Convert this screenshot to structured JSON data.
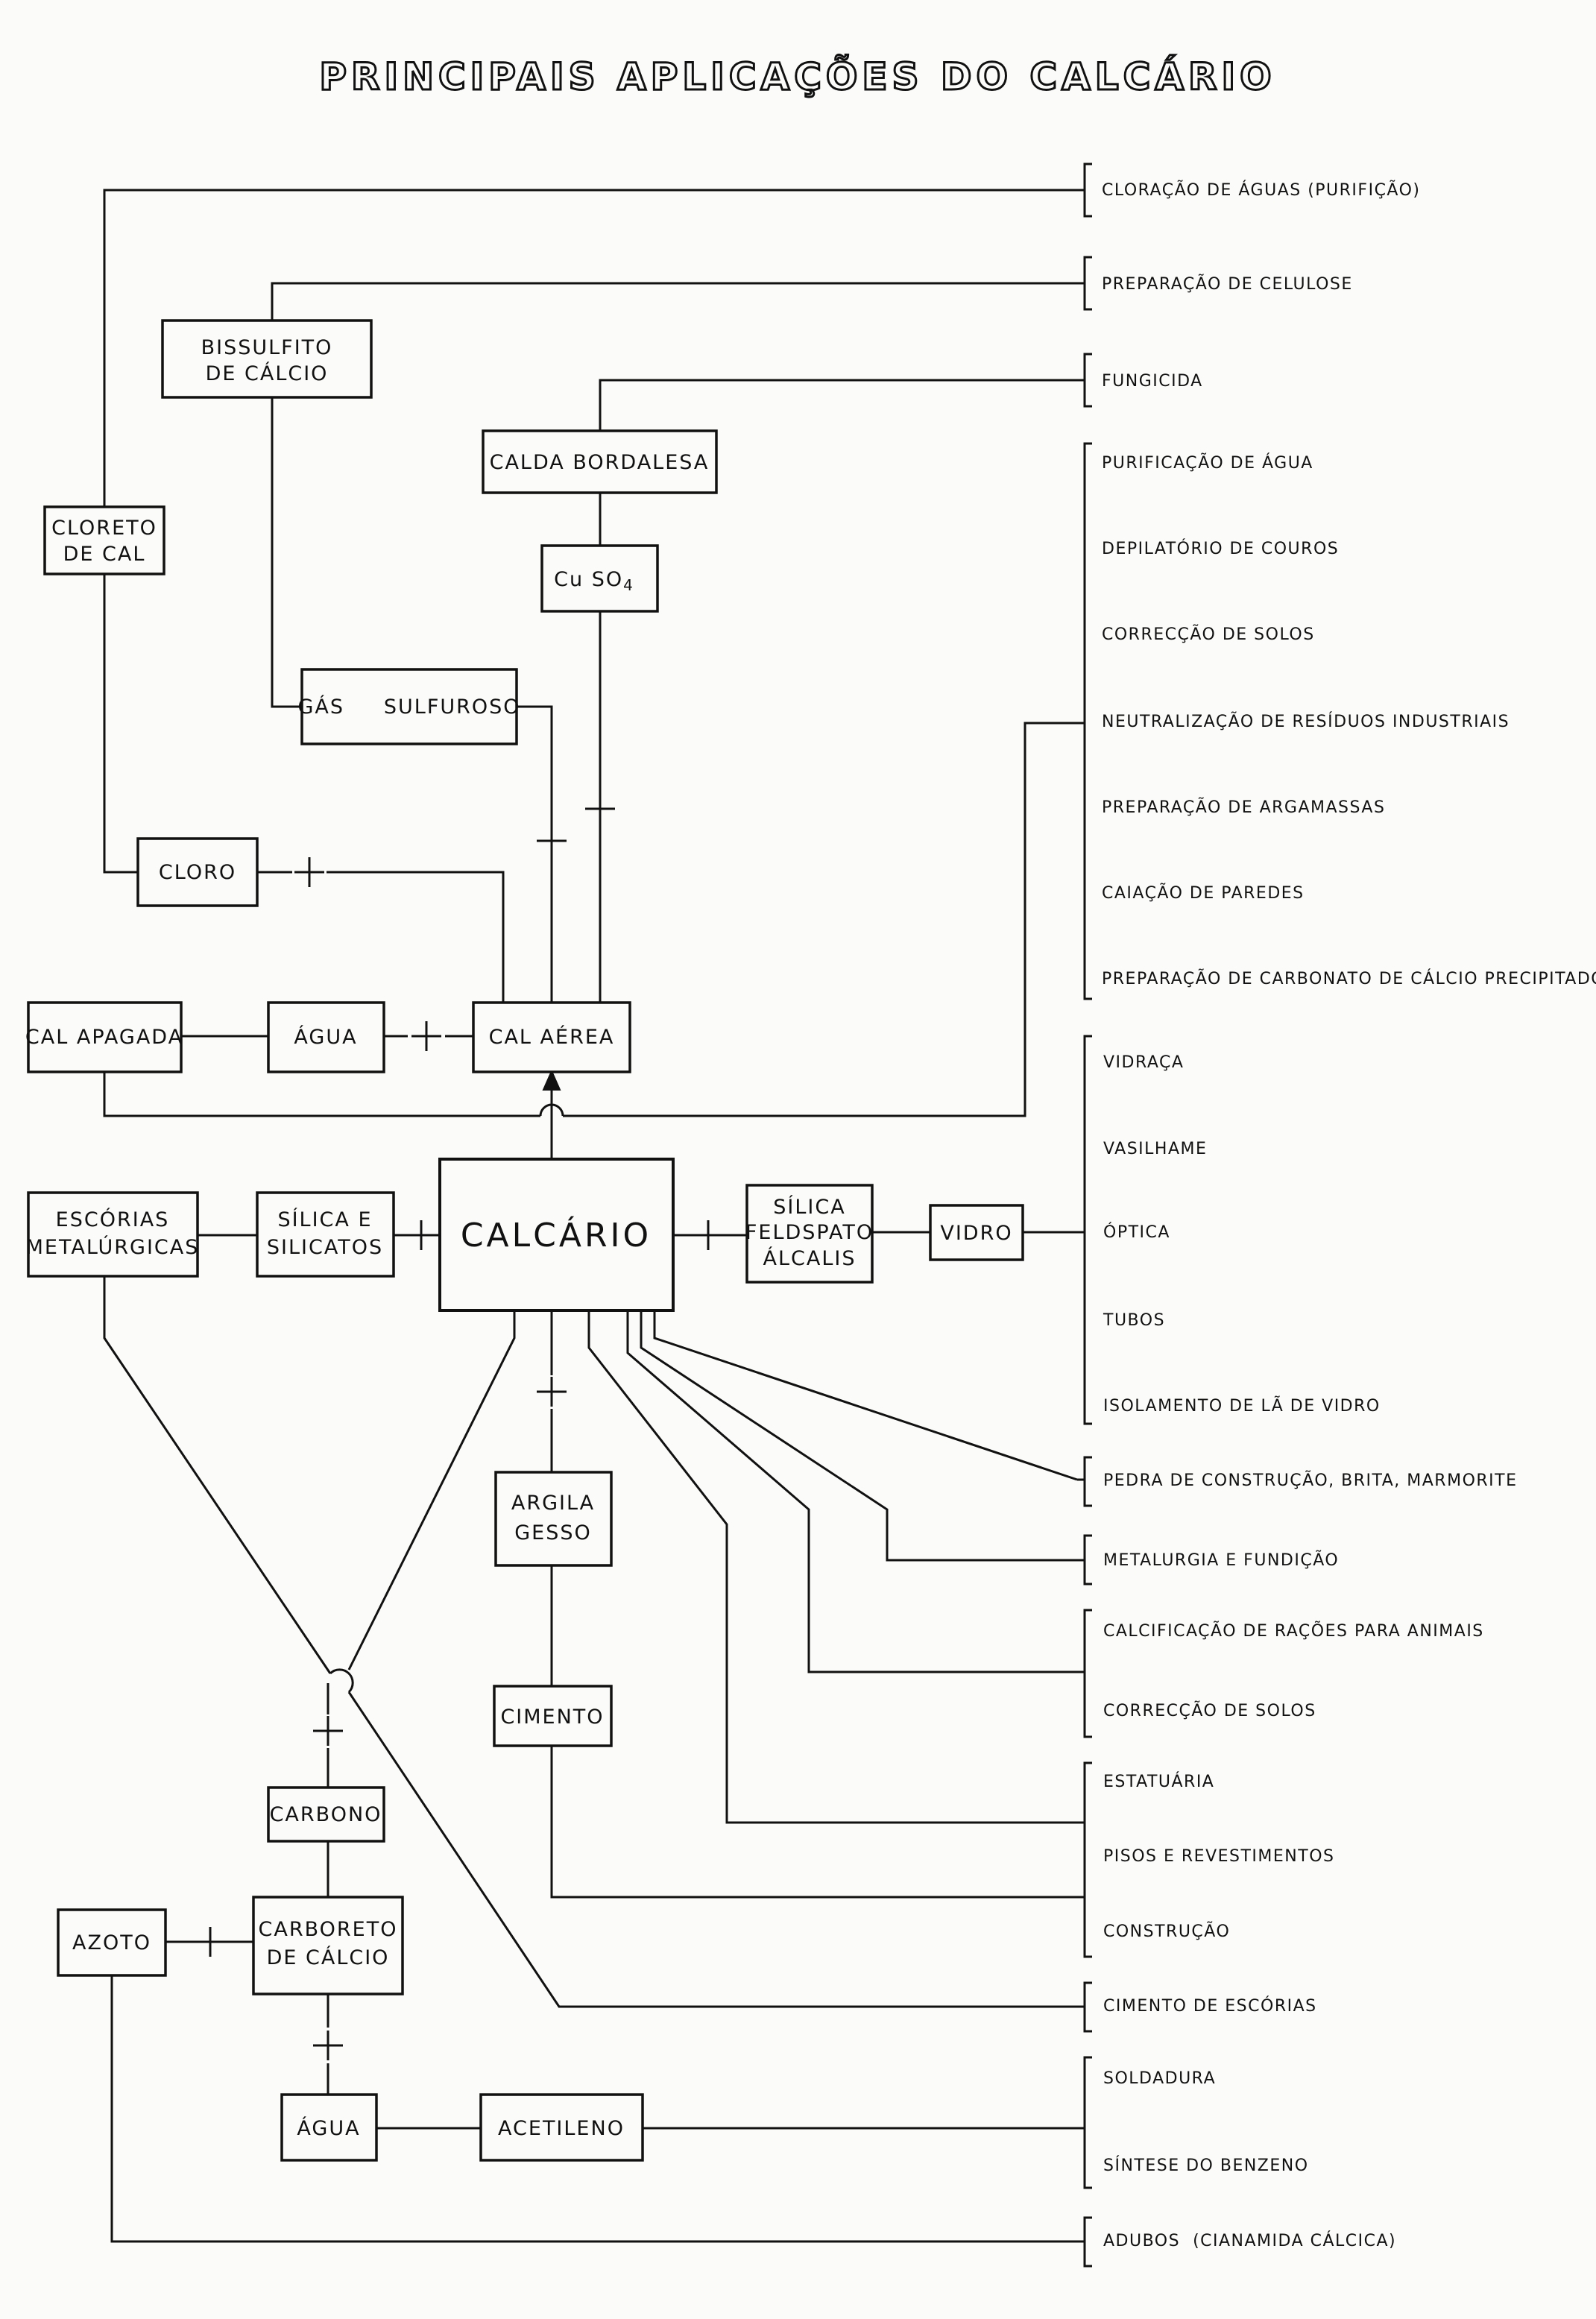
{
  "title": "PRINCIPAIS APLICAÇÕES DO CALCÁRIO",
  "boxes": {
    "calcario": "CALCÁRIO",
    "bissulfito": [
      "BISSULFITO",
      "DE CÁLCIO"
    ],
    "calda_bordalesa": "CALDA BORDALESA",
    "cloreto_de_cal": [
      "CLORETO",
      "DE CAL"
    ],
    "cuso4": {
      "base": "Cu SO",
      "subscript": "4"
    },
    "gas_sulfuroso": "GÁS     SULFUROSO",
    "cloro": "CLORO",
    "cal_apagada": "CAL APAGADA",
    "agua_top": "ÁGUA",
    "cal_aerea": "CAL AÉREA",
    "escorias": [
      "ESCÓRIAS",
      "METALÚRGICAS"
    ],
    "silica_silicatos": [
      "SÍLICA E",
      "SILICATOS"
    ],
    "silica_feldspato": [
      "SÍLICA",
      "FELDSPATO",
      "ÁLCALIS"
    ],
    "vidro": "VIDRO",
    "argila_gesso": [
      "ARGILA",
      "GESSO"
    ],
    "cimento": "CIMENTO",
    "carbono": "CARBONO",
    "azoto": "AZOTO",
    "carboreto": [
      "CARBORETO",
      "DE CÁLCIO"
    ],
    "agua_bottom": "ÁGUA",
    "acetileno": "ACETILENO"
  },
  "applications": {
    "cloracao": "CLORAÇÃO DE ÁGUAS (PURIFIÇÃO)",
    "celulose": "PREPARAÇÃO DE CELULOSE",
    "fungicida": "FUNGICIDA",
    "cal_aerea_group": [
      "PURIFICAÇÃO DE ÁGUA",
      "DEPILATÓRIO DE COUROS",
      "CORRECÇÃO DE SOLOS",
      "NEUTRALIZAÇÃO DE RESÍDUOS INDUSTRIAIS",
      "PREPARAÇÃO DE ARGAMASSAS",
      "CAIAÇÃO DE PAREDES",
      "PREPARAÇÃO DE CARBONATO DE CÁLCIO PRECIPITADO"
    ],
    "vidro_group": [
      "VIDRAÇA",
      "VASILHAME",
      "ÓPTICA",
      "TUBOS",
      "ISOLAMENTO DE LÃ DE VIDRO"
    ],
    "pedra": "PEDRA DE CONSTRUÇÃO, BRITA, MARMORITE",
    "metalurgia": "METALURGIA E FUNDIÇÃO",
    "racoes_group": [
      "CALCIFICAÇÃO DE RAÇÕES PARA ANIMAIS",
      "CORRECÇÃO DE SOLOS"
    ],
    "estatuaria_group": [
      "ESTATUÁRIA",
      "PISOS E REVESTIMENTOS",
      "CONSTRUÇÃO"
    ],
    "cimento_escorias": "CIMENTO DE ESCÓRIAS",
    "acetileno_group": [
      "SOLDADURA",
      "SÍNTESE DO BENZENO"
    ],
    "adubos": "ADUBOS  (CIANAMIDA CÁLCICA)"
  },
  "plus_sign": "+"
}
